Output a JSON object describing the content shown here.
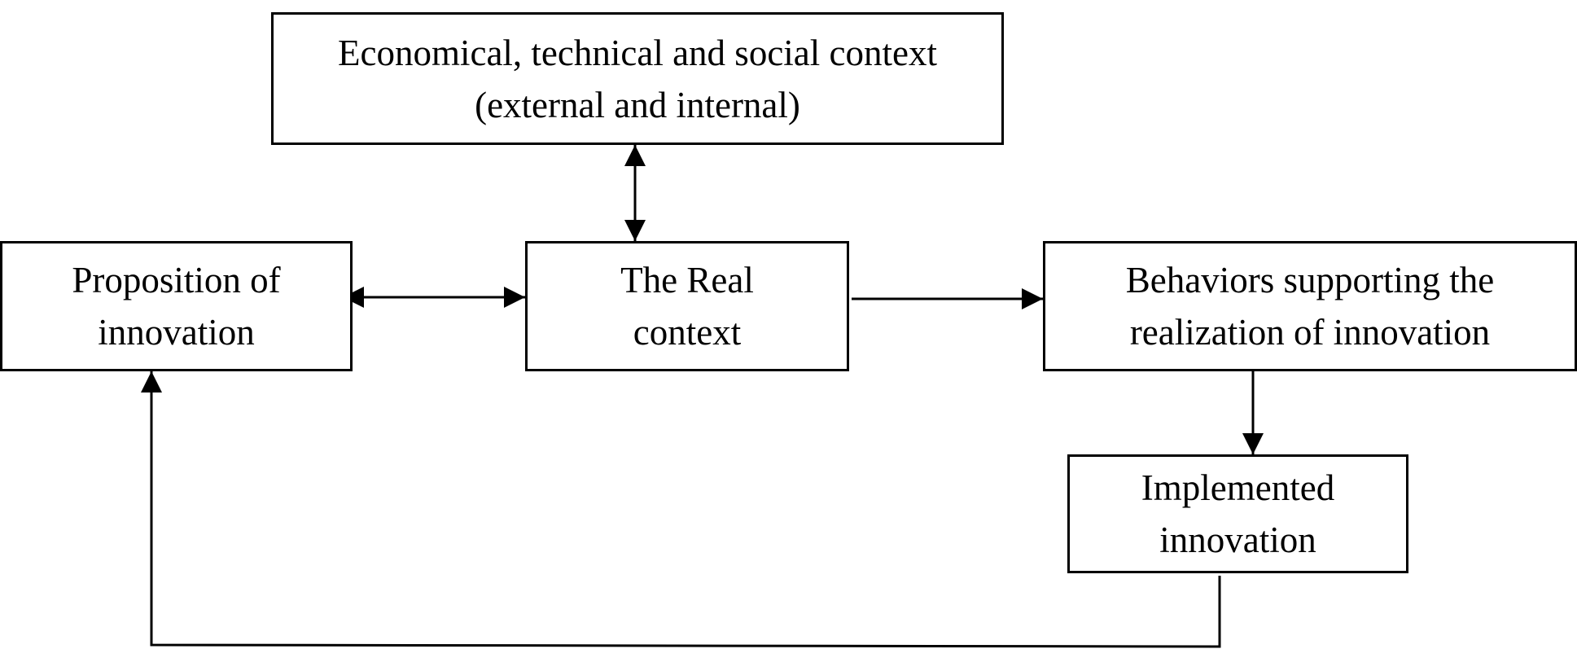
{
  "nodes": {
    "context": {
      "line1": "Economical, technical and social context",
      "line2": "(external and internal)"
    },
    "proposition": {
      "line1": "Proposition of",
      "line2": "innovation"
    },
    "real_context": {
      "line1": "The Real",
      "line2": "context"
    },
    "behaviors": {
      "line1": "Behaviors supporting the",
      "line2": "realization of innovation"
    },
    "implemented": {
      "line1": "Implemented",
      "line2": "innovation"
    }
  },
  "edges": [
    {
      "from": "context",
      "to": "real_context",
      "direction": "both"
    },
    {
      "from": "proposition",
      "to": "real_context",
      "direction": "both"
    },
    {
      "from": "real_context",
      "to": "behaviors",
      "direction": "forward"
    },
    {
      "from": "behaviors",
      "to": "implemented",
      "direction": "forward"
    },
    {
      "from": "implemented",
      "to": "proposition",
      "direction": "forward"
    }
  ],
  "colors": {
    "stroke": "#000000",
    "background": "#ffffff"
  }
}
